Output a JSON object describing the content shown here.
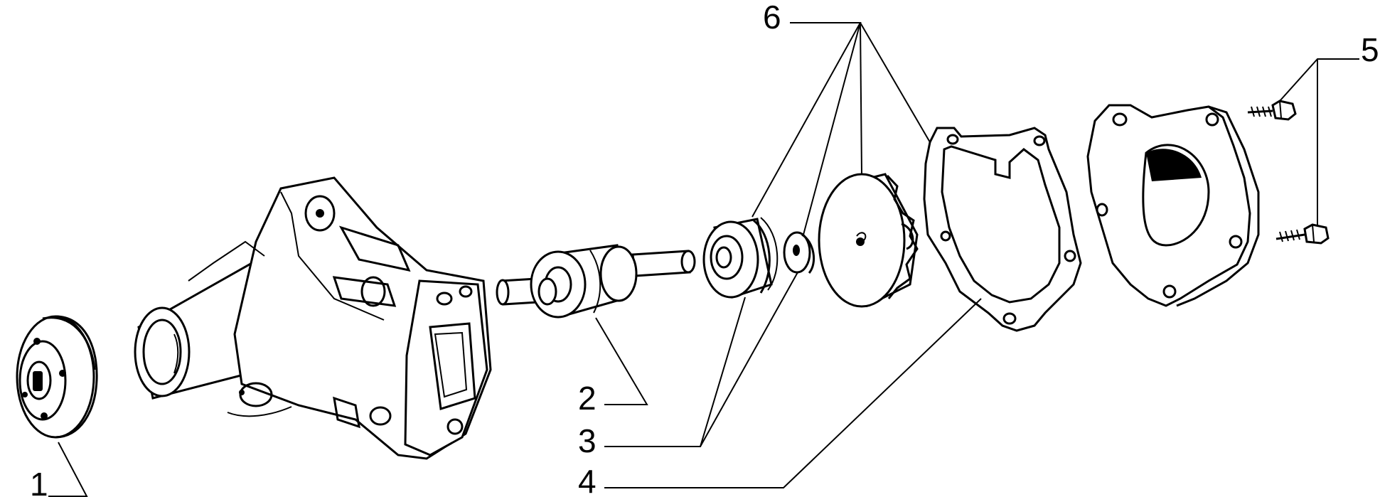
{
  "diagram": {
    "callouts": [
      {
        "id": "pulley",
        "label": "1"
      },
      {
        "id": "shaft-bearing",
        "label": "2"
      },
      {
        "id": "seal",
        "label": "3"
      },
      {
        "id": "gasket",
        "label": "4"
      },
      {
        "id": "screws",
        "label": "5"
      },
      {
        "id": "kit",
        "label": "6"
      }
    ]
  }
}
